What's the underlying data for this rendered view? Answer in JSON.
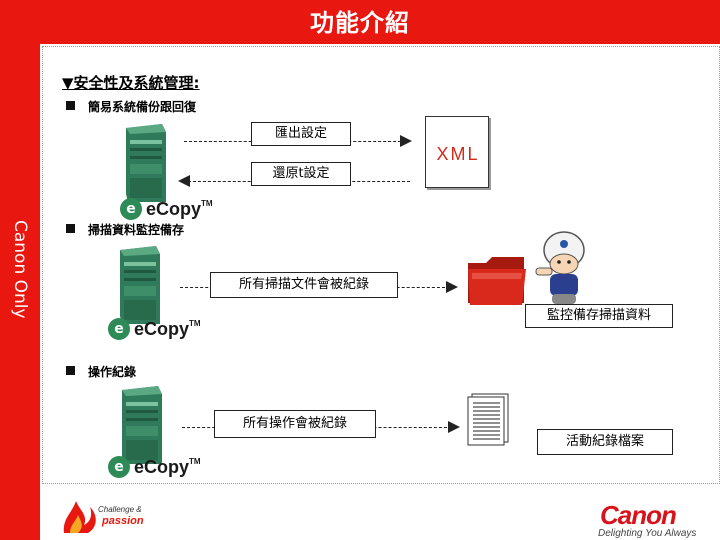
{
  "title": "功能介紹",
  "side_label": "Canon Only",
  "section_heading": "▼安全性及系統管理:",
  "sections": {
    "backup": {
      "heading": "簡易系統備份跟回復",
      "export_label": "匯出設定",
      "restore_label": "還原t設定",
      "xml_label": "XML"
    },
    "scan": {
      "heading": "掃描資料監控備存",
      "all_scan_label": "所有掃描文件會被紀錄",
      "monitor_label": "監控備存掃描資料"
    },
    "log": {
      "heading": "操作紀錄",
      "all_ops_label": "所有操作會被紀錄",
      "log_file_label": "活動紀錄檔案"
    }
  },
  "brand": {
    "ecopy": "eCopy",
    "ecopy_tm": "TM",
    "challenge_line1": "Challenge &",
    "challenge_line2": "passion",
    "canon": "Canon",
    "tagline": "Delighting You Always"
  },
  "colors": {
    "accent_red": "#e8170f",
    "server_green": "#2f7a5a",
    "folder_red": "#d8291c"
  }
}
